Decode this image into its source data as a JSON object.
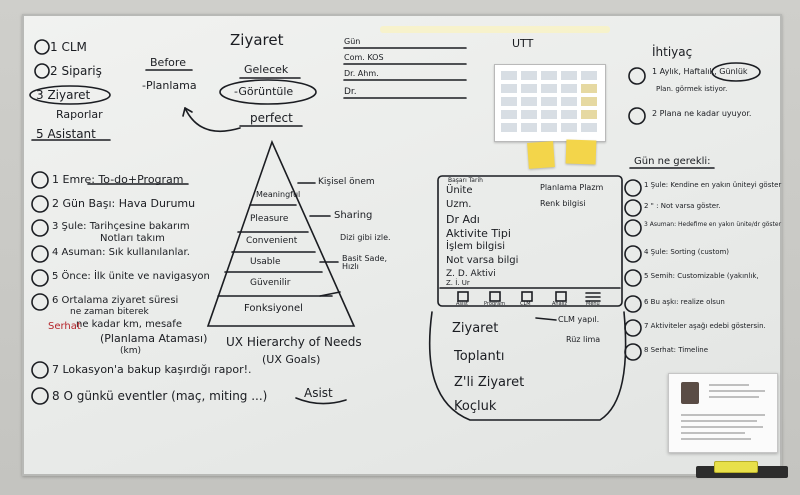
{
  "left_list": [
    "1 CLM",
    "2 Sipariş",
    "3 Ziyaret",
    "Raporlar",
    "5 Asistant"
  ],
  "ziyaret_diagram": {
    "title": "Ziyaret",
    "before": "Before",
    "planlama": "-Planlama",
    "gelecek": "Gelecek",
    "goruntule": "-Görüntüle",
    "perfect": "perfect"
  },
  "pyramid": {
    "layers": [
      "Meaningful",
      "Pleasure",
      "Convenient",
      "Usable",
      "Güvenilir",
      "Fonksiyonel"
    ],
    "caption": "UX Hierarchy of Needs",
    "subcaption": "(UX Goals)",
    "right_notes": [
      "Kişisel önem",
      "Sharing",
      "Dizi gibi izle.",
      "Basit Sade, Hızlı"
    ]
  },
  "todo_list": [
    "1 Emre: To-do+Program",
    "2 Gün Başı: Hava Durumu",
    "3 Şule: Tarihçesine bakarım",
    "Notları takım",
    "4 Asuman: Sık kullanılanlar.",
    "5 Önce: İlk ünite ve navigasyon",
    "6 Ortalama ziyaret süresi",
    "ne zaman biterek",
    "ne kadar km, mesafe",
    "(Planlama Ataması)",
    "(km)",
    "7 Lokasyon'a bakup kaşırdığı rapor!.",
    "8 O günkü eventler (maç, miting ...)",
    "Asist"
  ],
  "serhat_label": "Serhat",
  "gun_form": [
    "Gün",
    "Com. KOS",
    "Dr. Ahm.",
    "Dr."
  ],
  "utt_label": "UTT",
  "wireframe": {
    "fields_left": [
      "Başarı Tarih",
      "Ünite",
      "Uzm.",
      "Dr Adı",
      "Aktivite Tipi",
      "İşlem bilgisi",
      "Not varsa bilgi",
      "Z. D. Aktivi",
      "Z. İ. Ur"
    ],
    "fields_right": [
      "Planlama Plazm",
      "Renk bilgisi"
    ],
    "tabbar": [
      "Asist",
      "Program",
      "CLM",
      "Analiz",
      "Menü"
    ]
  },
  "bottom_list": [
    "Ziyaret",
    "Toplantı",
    "Z'li Ziyaret",
    "Koçluk"
  ],
  "clm_note": [
    "CLM yapıl.",
    "Rüz lima"
  ],
  "ihtiyac": {
    "title": "İhtiyaç",
    "items": [
      "1 Aylık, Haftalık, Günlük",
      "Plan. görmek istiyor.",
      "2 Plana ne kadar uyuyor."
    ]
  },
  "gun_gerekli": {
    "title": "Gün ne gerekli:",
    "items": [
      "1 Şule: Kendine en yakın üniteyi göster",
      "2 \" : Not varsa göster.",
      "3 Asuman: Hedefime en yakın ünite/dr göster",
      "4 Şule: Sorting (custom)",
      "5 Semih: Customizable (yakınlık,",
      "6 Bu aşkı: realize olsun",
      "7 Aktiviteler aşağı edebi göstersin.",
      "8 Serhat: Timeline"
    ]
  },
  "colors": {
    "ink": "#1b1d22",
    "accent_red": "#b5262c",
    "sticky": "#f3d54a",
    "board": "#eeefed"
  }
}
